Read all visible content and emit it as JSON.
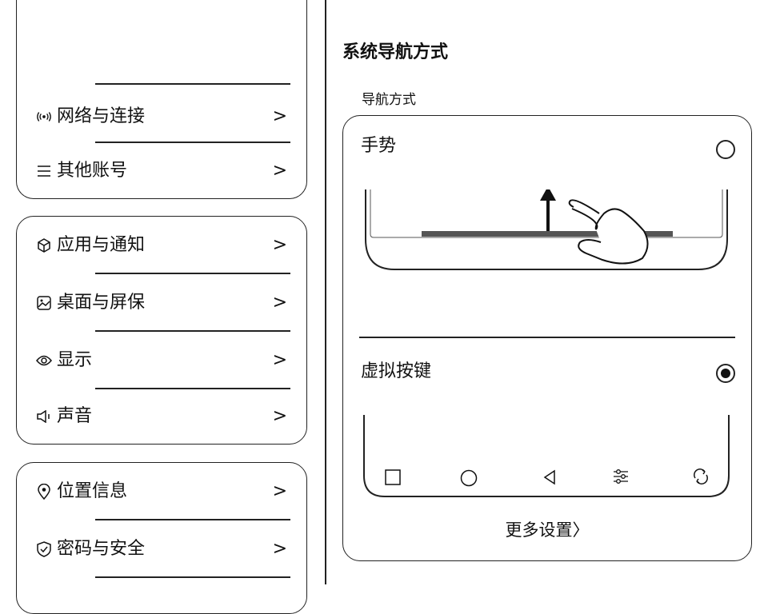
{
  "header": {
    "title": "设置"
  },
  "left": {
    "groups": [
      {
        "items": [
          {
            "icon": "wifi-signal-icon",
            "label": "网络与连接",
            "chevron": ">"
          },
          {
            "icon": "menu-lines-icon",
            "label": "其他账号",
            "chevron": ">"
          }
        ]
      },
      {
        "items": [
          {
            "icon": "cube-icon",
            "label": "应用与通知",
            "chevron": ">"
          },
          {
            "icon": "image-icon",
            "label": "桌面与屏保",
            "chevron": ">"
          },
          {
            "icon": "eye-icon",
            "label": "显示",
            "chevron": ">"
          },
          {
            "icon": "speaker-icon",
            "label": "声音",
            "chevron": ">"
          }
        ]
      },
      {
        "items": [
          {
            "icon": "location-pin-icon",
            "label": "位置信息",
            "chevron": ">"
          },
          {
            "icon": "shield-icon",
            "label": "密码与安全",
            "chevron": ">"
          }
        ]
      }
    ]
  },
  "right": {
    "title": "系统导航方式",
    "subtitle": "导航方式",
    "options": [
      {
        "label": "手势",
        "selected": false
      },
      {
        "label": "虚拟按键",
        "selected": true
      }
    ],
    "more_settings": "更多设置〉"
  }
}
